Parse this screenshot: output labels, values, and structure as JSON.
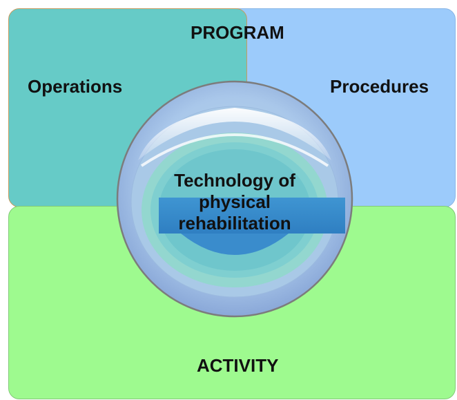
{
  "diagram": {
    "top_label": "PROGRAM",
    "left_label": "Operations",
    "right_label": "Procedures",
    "bottom_label": "ACTIVITY",
    "center_lines": [
      "Technology of",
      "physical",
      "rehabilitation"
    ]
  },
  "colors": {
    "operations": "#66cbc7",
    "procedures": "#9ccbfb",
    "activity": "#9efa8f",
    "center_core": "#3a8ccc"
  }
}
